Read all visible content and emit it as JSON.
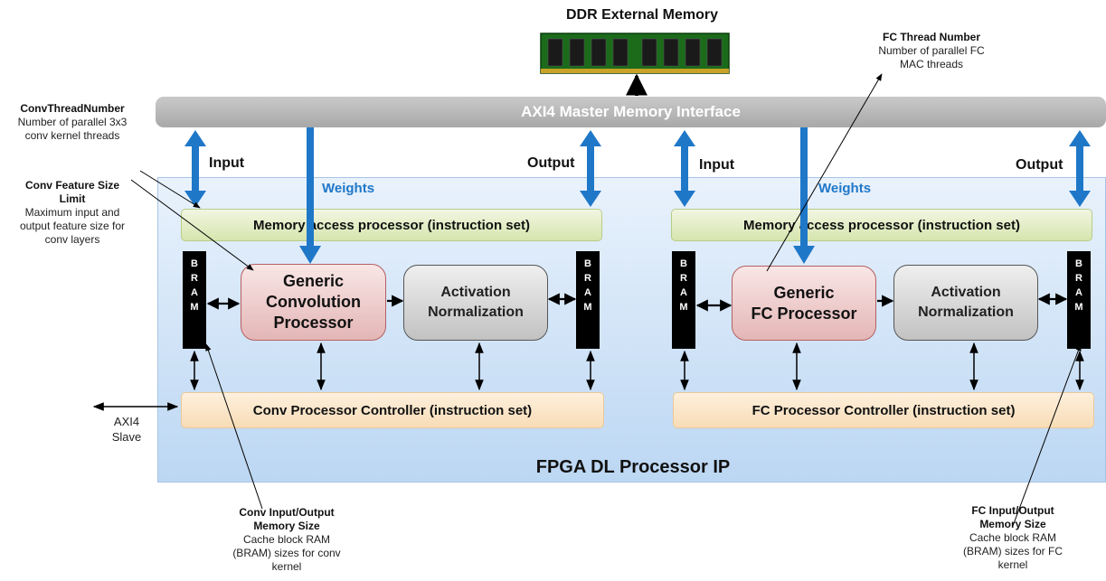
{
  "ddr": {
    "title": "DDR External Memory"
  },
  "axi_master": {
    "label": "AXI4 Master Memory Interface"
  },
  "ip": {
    "title": "FPGA DL Processor IP"
  },
  "axi_slave": {
    "line1": "AXI4",
    "line2": "Slave"
  },
  "conv": {
    "input_label": "Input",
    "output_label": "Output",
    "weights_label": "Weights",
    "memory_access": "Memory access processor (instruction set)",
    "processor_line1": "Generic",
    "processor_line2": "Convolution",
    "processor_line3": "Processor",
    "activation_line1": "Activation",
    "activation_line2": "Normalization",
    "controller": "Conv Processor Controller (instruction set)",
    "bram_letters": [
      "B",
      "R",
      "A",
      "M"
    ]
  },
  "fc": {
    "input_label": "Input",
    "output_label": "Output",
    "weights_label": "Weights",
    "memory_access": "Memory access processor (instruction set)",
    "processor_line1": "Generic",
    "processor_line2": "FC Processor",
    "activation_line1": "Activation",
    "activation_line2": "Normalization",
    "controller": "FC Processor Controller (instruction set)",
    "bram_letters": [
      "B",
      "R",
      "A",
      "M"
    ]
  },
  "notes": {
    "conv_thread": {
      "title": "ConvThreadNumber",
      "line1": "Number of parallel 3x3",
      "line2": "conv kernel threads"
    },
    "conv_feature": {
      "title1": "Conv Feature Size",
      "title2": "Limit",
      "line1": "Maximum input and",
      "line2": "output feature size for",
      "line3": "conv layers"
    },
    "fc_thread": {
      "title": "FC Thread Number",
      "line1": "Number of parallel FC",
      "line2": "MAC threads"
    },
    "conv_mem": {
      "title1": "Conv Input/Output",
      "title2": "Memory Size",
      "line1": "Cache block RAM",
      "line2": "(BRAM) sizes for conv",
      "line3": "kernel"
    },
    "fc_mem": {
      "title1": "FC Input/Output",
      "title2": "Memory Size",
      "line1": "Cache block RAM",
      "line2": "(BRAM) sizes for FC",
      "line3": "kernel"
    }
  },
  "colors": {
    "flow_arrow": "#1f77c8",
    "ip_background": "#cfe2f7",
    "axi_bar": "#b5b5b5",
    "memory_access": "#dfe9bd",
    "controller": "#fae3c4",
    "generic_processor": "#eecdcd",
    "activation": "#d9d9d9",
    "bram": "#000000"
  }
}
